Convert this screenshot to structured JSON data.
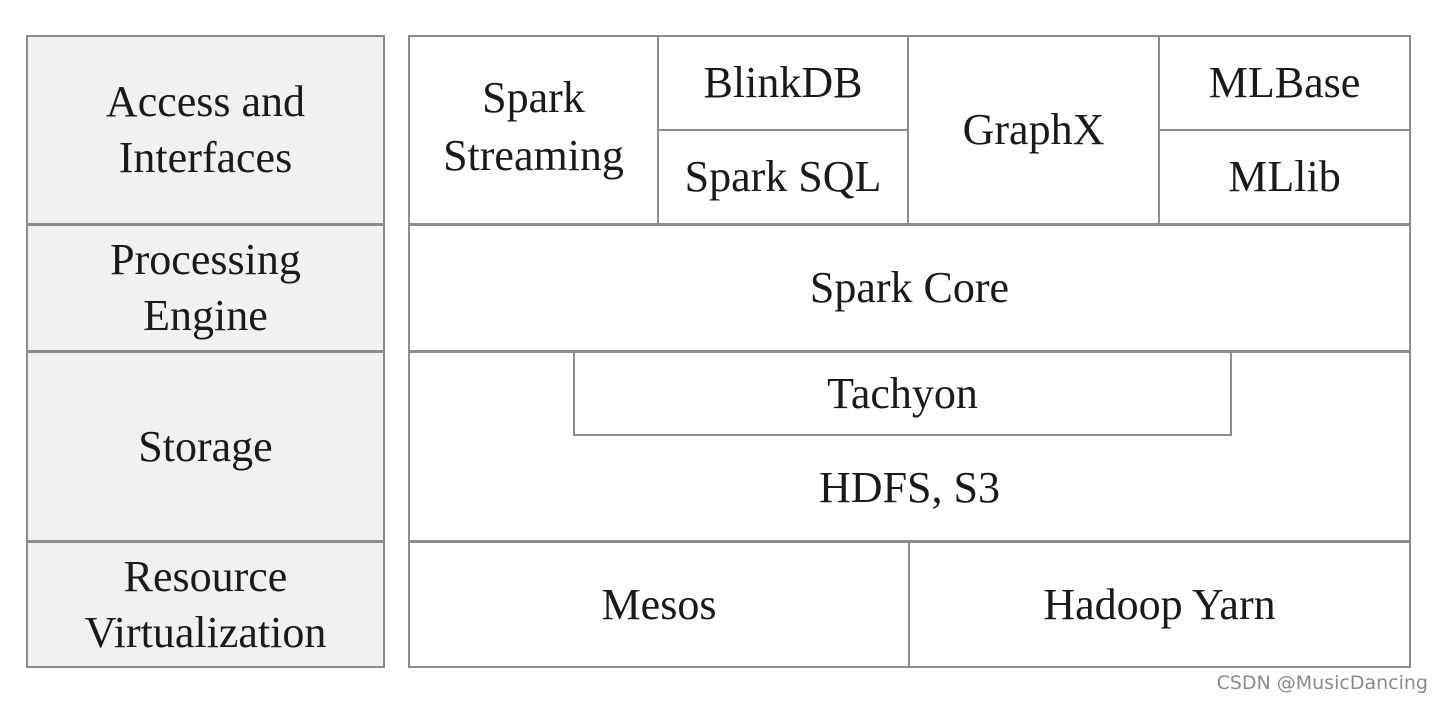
{
  "layers": [
    "Access and\nInterfaces",
    "Processing\nEngine",
    "Storage",
    "Resource\nVirtualization"
  ],
  "access": {
    "spark_streaming": "Spark\nStreaming",
    "blinkdb": "BlinkDB",
    "spark_sql": "Spark SQL",
    "graphx": "GraphX",
    "mlbase": "MLBase",
    "mllib": "MLlib"
  },
  "processing": {
    "spark_core": "Spark Core"
  },
  "storage": {
    "tachyon": "Tachyon",
    "hdfs_s3": "HDFS, S3"
  },
  "resource": {
    "mesos": "Mesos",
    "hadoop_yarn": "Hadoop Yarn"
  },
  "watermark": "CSDN @MusicDancing"
}
